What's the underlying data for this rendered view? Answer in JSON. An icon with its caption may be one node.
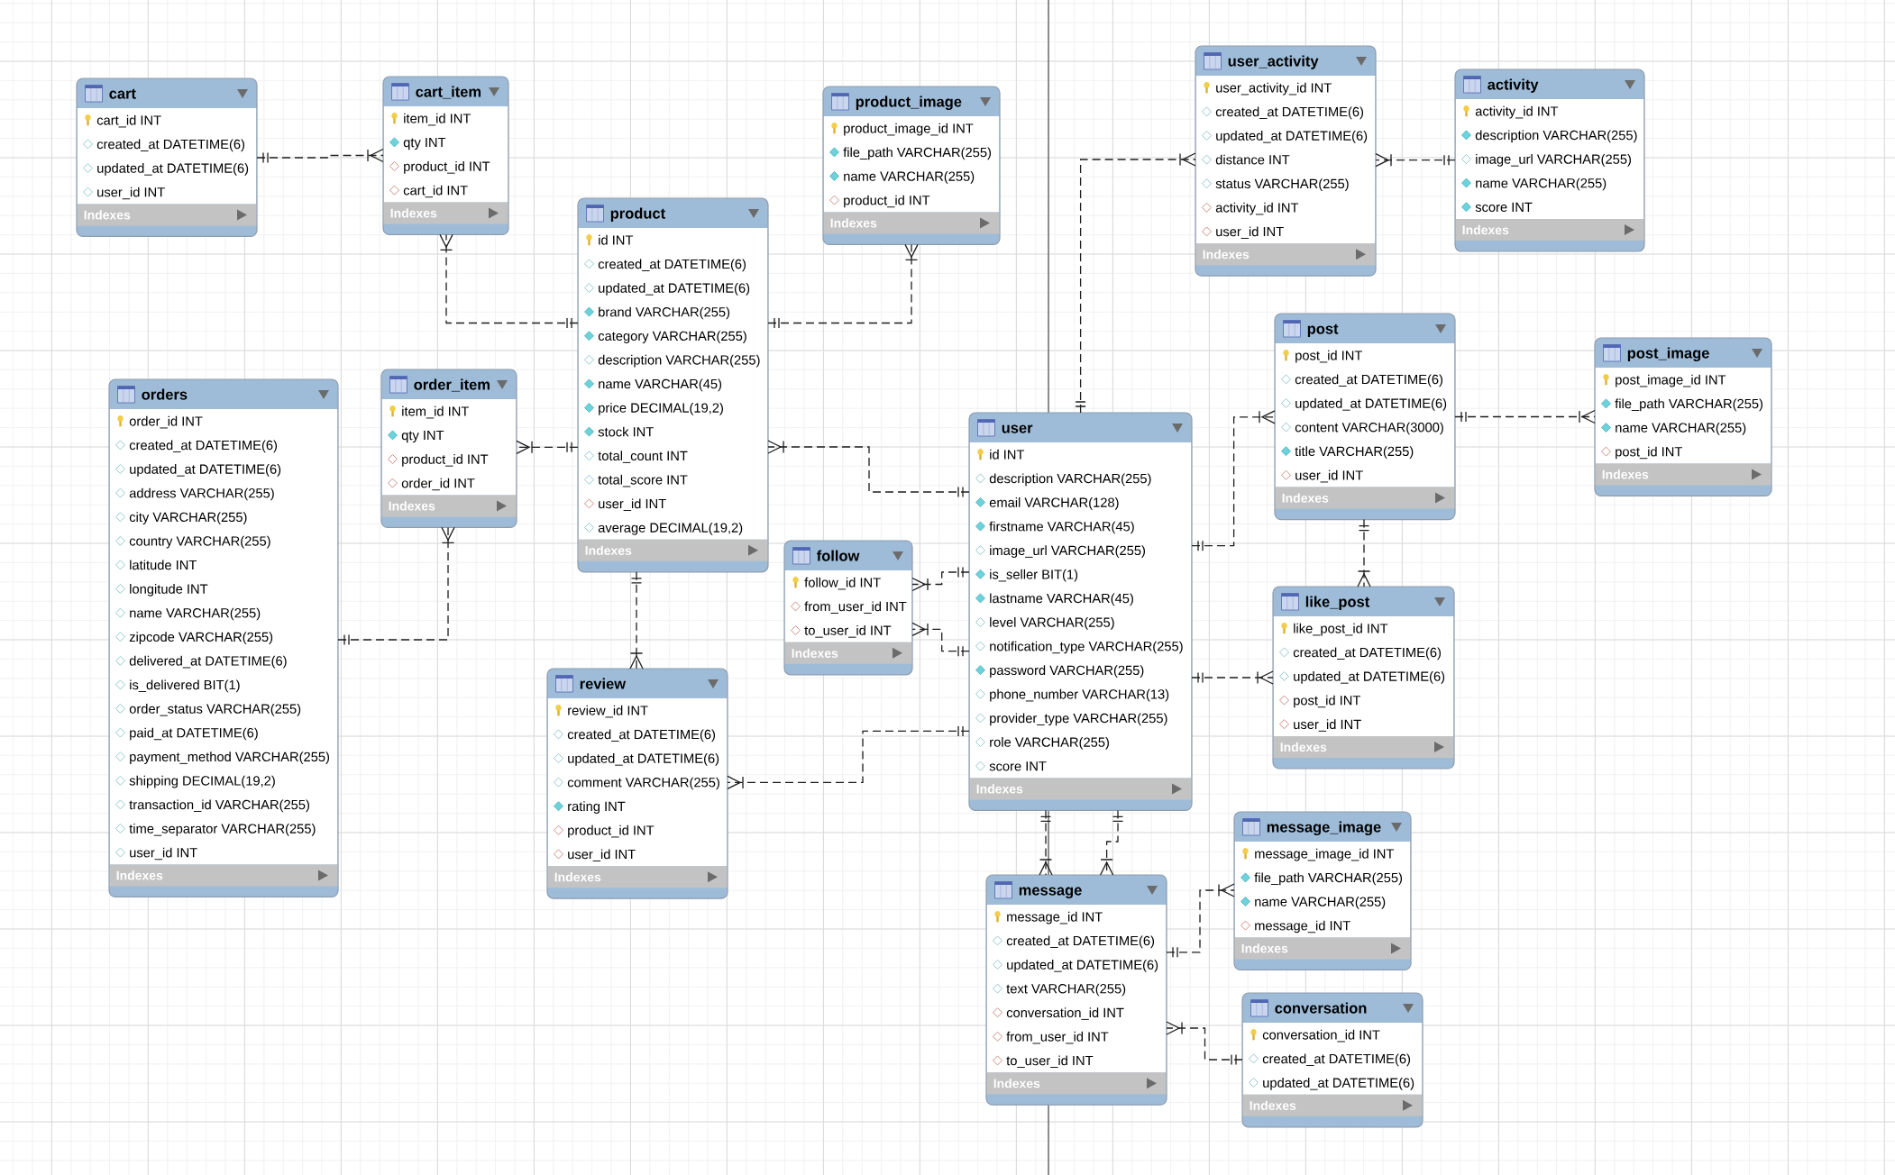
{
  "diagram": {
    "nodes": [
      {
        "text": [
          "cart",
          "cart_id INT",
          "created_at DATETIME(6)",
          "updated_at DATETIME(6)",
          "user_id INT",
          "Indexes"
        ]
      },
      {
        "text": [
          "cart_item",
          "item_id INT",
          "qty INT",
          "product_id INT",
          "cart_id INT",
          "Indexes"
        ]
      },
      {
        "text": [
          "product_image",
          "product_image_id INT",
          "file_path VARCHAR(255)",
          "name VARCHAR(255)",
          "product_id INT",
          "Indexes"
        ]
      },
      {
        "text": [
          "user_activity",
          "user_activity_id INT",
          "created_at DATETIME(6)",
          "updated_at DATETIME(6)",
          "distance INT",
          "status VARCHAR(255)",
          "activity_id INT",
          "user_id INT",
          "Indexes"
        ]
      },
      {
        "text": [
          "activity",
          "activity_id INT",
          "description VARCHAR(255)",
          "image_url VARCHAR(255)",
          "name VARCHAR(255)",
          "score INT",
          "Indexes"
        ]
      },
      {
        "text": [
          "product",
          "id INT",
          "created_at DATETIME(6)",
          "updated_at DATETIME(6)",
          "brand VARCHAR(255)",
          "category VARCHAR(255)",
          "description VARCHAR(255)",
          "name VARCHAR(45)",
          "price DECIMAL(19,2)",
          "stock INT",
          "total_count INT",
          "total_score INT",
          "user_id INT",
          "average DECIMAL(19,2)",
          "Indexes"
        ]
      },
      {
        "text": [
          "post",
          "post_id INT",
          "created_at DATETIME(6)",
          "updated_at DATETIME(6)",
          "content VARCHAR(3000)",
          "title VARCHAR(255)",
          "user_id INT",
          "Indexes"
        ]
      },
      {
        "text": [
          "post_image",
          "post_image_id INT",
          "file_path VARCHAR(255)",
          "name VARCHAR(255)",
          "post_id INT",
          "Indexes"
        ]
      },
      {
        "text": [
          "orders",
          "order_id INT",
          "created_at DATETIME(6)",
          "updated_at DATETIME(6)",
          "address VARCHAR(255)",
          "city VARCHAR(255)",
          "country VARCHAR(255)",
          "latitude INT",
          "longitude INT",
          "name VARCHAR(255)",
          "zipcode VARCHAR(255)",
          "delivered_at DATETIME(6)",
          "is_delivered BIT(1)",
          "order_status VARCHAR(255)",
          "paid_at DATETIME(6)",
          "payment_method VARCHAR(255)",
          "shipping DECIMAL(19,2)",
          "transaction_id VARCHAR(255)",
          "time_separator VARCHAR(255)",
          "user_id INT",
          "Indexes"
        ]
      },
      {
        "text": [
          "order_item",
          "item_id INT",
          "qty INT",
          "product_id INT",
          "order_id INT",
          "Indexes"
        ]
      },
      {
        "text": [
          "user",
          "id INT",
          "description VARCHAR(255)",
          "email VARCHAR(128)",
          "firstname VARCHAR(45)",
          "image_url VARCHAR(255)",
          "is_seller BIT(1)",
          "lastname VARCHAR(45)",
          "level VARCHAR(255)",
          "notification_type VARCHAR(255)",
          "password VARCHAR(255)",
          "phone_number VARCHAR(13)",
          "provider_type VARCHAR(255)",
          "role VARCHAR(255)",
          "score INT",
          "Indexes"
        ]
      },
      {
        "text": [
          "follow",
          "follow_id INT",
          "from_user_id INT",
          "to_user_id INT",
          "Indexes"
        ]
      },
      {
        "text": [
          "like_post",
          "like_post_id INT",
          "created_at DATETIME(6)",
          "updated_at DATETIME(6)",
          "post_id INT",
          "user_id INT",
          "Indexes"
        ]
      },
      {
        "text": [
          "review",
          "review_id INT",
          "created_at DATETIME(6)",
          "updated_at DATETIME(6)",
          "comment VARCHAR(255)",
          "rating INT",
          "product_id INT",
          "user_id INT",
          "Indexes"
        ]
      },
      {
        "text": [
          "message_image",
          "message_image_id INT",
          "file_path VARCHAR(255)",
          "name VARCHAR(255)",
          "message_id INT",
          "Indexes"
        ]
      },
      {
        "text": [
          "message",
          "message_id INT",
          "created_at DATETIME(6)",
          "updated_at DATETIME(6)",
          "text VARCHAR(255)",
          "conversation_id INT",
          "from_user_id INT",
          "to_user_id INT",
          "Indexes"
        ]
      },
      {
        "text": [
          "conversation",
          "conversation_id INT",
          "created_at DATETIME(6)",
          "updated_at DATETIME(6)",
          "Indexes"
        ]
      }
    ],
    "edges": [
      {
        "from": 0,
        "to": 1,
        "arrow": "other",
        "style": "dashed"
      },
      {
        "from": 5,
        "to": 1,
        "arrow": "other",
        "style": "dashed"
      },
      {
        "from": 5,
        "to": 2,
        "arrow": "other",
        "style": "dashed"
      },
      {
        "from": 10,
        "to": 3,
        "arrow": "other",
        "style": "dashed"
      },
      {
        "from": 4,
        "to": 3,
        "arrow": "other",
        "style": "dashed"
      },
      {
        "from": 10,
        "to": 5,
        "arrow": "other",
        "style": "dashed"
      },
      {
        "from": 10,
        "to": 6,
        "arrow": "other",
        "style": "dashed"
      },
      {
        "from": 6,
        "to": 7,
        "arrow": "other",
        "style": "dashed"
      },
      {
        "from": 5,
        "to": 9,
        "arrow": "other",
        "style": "dashed"
      },
      {
        "from": 8,
        "to": 9,
        "arrow": "other",
        "style": "dashed"
      },
      {
        "from": 5,
        "to": 13,
        "arrow": "other",
        "style": "dashed"
      },
      {
        "from": 10,
        "to": 13,
        "arrow": "other",
        "style": "dashed"
      },
      {
        "from": 10,
        "to": 11,
        "arrow": "other",
        "style": "dashed"
      },
      {
        "from": 10,
        "to": 11,
        "arrow": "other",
        "style": "dashed"
      },
      {
        "from": 10,
        "to": 12,
        "arrow": "other",
        "style": "dashed"
      },
      {
        "from": 6,
        "to": 12,
        "arrow": "other",
        "style": "dashed"
      },
      {
        "from": 10,
        "to": 15,
        "arrow": "other",
        "style": "dashed"
      },
      {
        "from": 10,
        "to": 15,
        "arrow": "other",
        "style": "dashed"
      },
      {
        "from": 15,
        "to": 14,
        "arrow": "other",
        "style": "dashed"
      },
      {
        "from": 16,
        "to": 15,
        "arrow": "other",
        "style": "dashed"
      }
    ]
  }
}
